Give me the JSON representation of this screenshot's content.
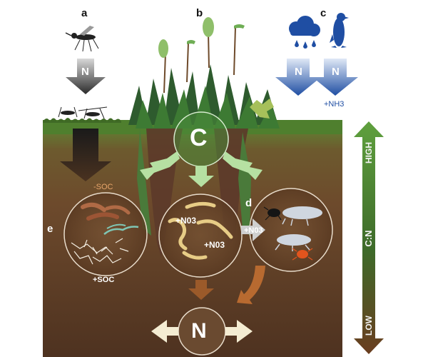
{
  "panels": {
    "a": "a",
    "b": "b",
    "c": "c",
    "d": "d",
    "e": "e"
  },
  "arrows": {
    "nitrogen_symbol": "N",
    "carbon_symbol": "C"
  },
  "annotations": {
    "nh3": "+NH3",
    "soc_loss": "-SOC",
    "soc_gain": "+SOC",
    "no3_1": "+N03",
    "no3_2": "+N03",
    "no3_transfer": "+N03"
  },
  "cn_axis": {
    "title": "C:N",
    "high": "HIGH",
    "low": "LOW"
  },
  "colors": {
    "soil_top": "#6d4a2c",
    "soil_bottom": "#4e3220",
    "grass": "#4f7f2e",
    "moss": "#2e5b2e",
    "blue_arrow": "#1f4ea3",
    "light_green_arrow": "#b6e0a2",
    "brown_arrow": "#9b5a2a",
    "axis_green": "#4f8a35"
  }
}
